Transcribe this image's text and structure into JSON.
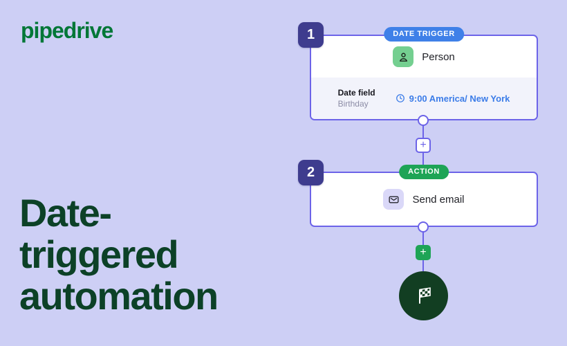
{
  "brand": {
    "logo": "pipedrive"
  },
  "headline": "Date-\ntriggered\nautomation",
  "workflow": {
    "step1": {
      "number": "1",
      "badge": "DATE TRIGGER",
      "item_label": "Person",
      "field_label": "Date field",
      "field_value": "Birthday",
      "schedule": "9:00 America/ New York"
    },
    "step2": {
      "number": "2",
      "badge": "ACTION",
      "item_label": "Send email"
    },
    "add_button_label": "+",
    "icons": {
      "step1_item": "person-icon",
      "step1_schedule": "clock-icon",
      "step2_item": "email-envelope-icon",
      "end": "finish-checkered-flag-icon"
    }
  },
  "colors": {
    "background": "#CDCFF5",
    "logo_green": "#017737",
    "headline_green": "#0C4127",
    "card_border": "#6C63E8",
    "card_section_bg": "#F2F3FB",
    "step_badge_bg": "#3E3C8E",
    "trigger_pill_bg": "#3F80E8",
    "action_pill_bg": "#1EA456",
    "person_icon_bg": "#74CF90",
    "email_icon_bg": "#DAD8F8",
    "schedule_blue": "#3B7CE8",
    "end_node_bg": "#123E22"
  }
}
